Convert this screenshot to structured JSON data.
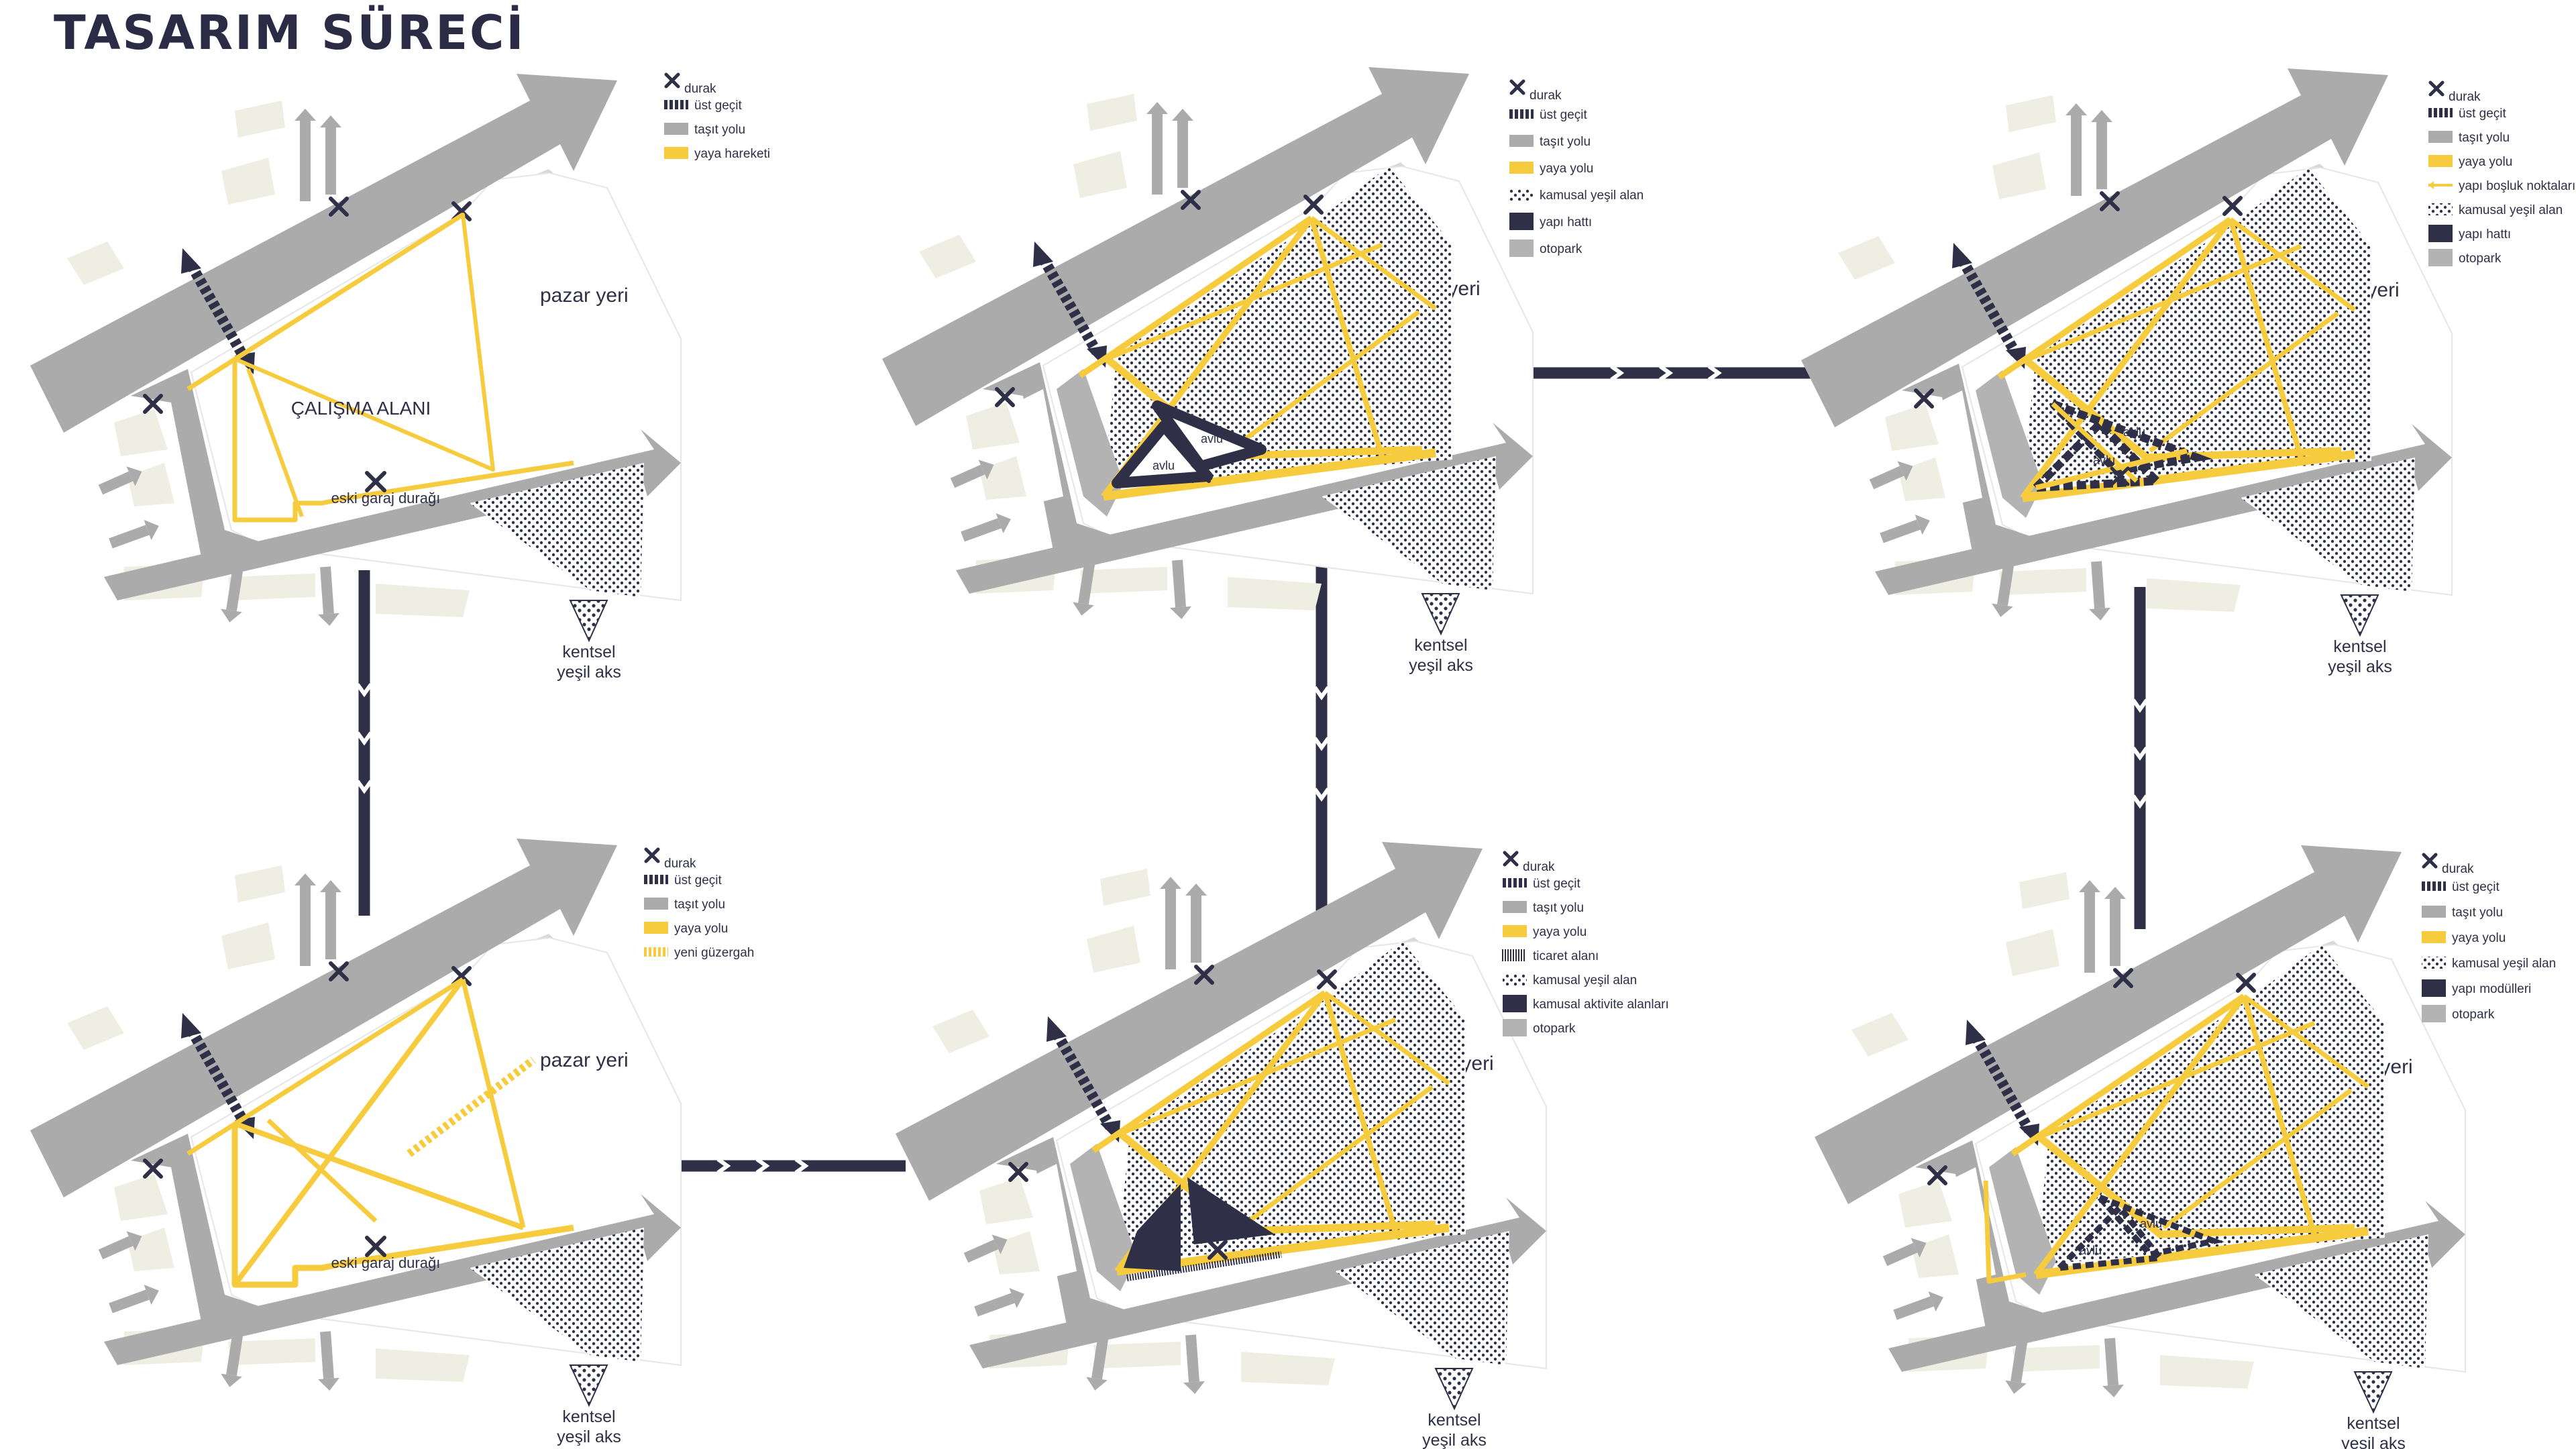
{
  "title": "TASARIM SÜRECİ",
  "colors": {
    "road": "#ababab",
    "pedestrian": "#f6cb3d",
    "navy": "#2f2f48",
    "market": "#dcdad5",
    "cream": "#eeeee2",
    "parking": "#b3b3b3",
    "white": "#ffffff"
  },
  "labels": {
    "market": "pazar yeri",
    "green_axis_1": "kentsel",
    "green_axis_2": "yeşil aks",
    "work_area": "ÇALIŞMA ALANI",
    "old_garage": "eski garaj durağı",
    "courtyard": "avlu"
  },
  "panels": [
    {
      "id": "p1",
      "legend": [
        {
          "icon": "stop-cross-icon",
          "label": "durak"
        },
        {
          "icon": "overpass-dash-icon",
          "label": "üst geçit"
        },
        {
          "icon": "road-swatch-icon",
          "label": "taşıt yolu"
        },
        {
          "icon": "pedestrian-swatch-icon",
          "label": "yaya hareketi"
        }
      ]
    },
    {
      "id": "p2",
      "legend": [
        {
          "icon": "stop-cross-icon",
          "label": "durak"
        },
        {
          "icon": "overpass-dash-icon",
          "label": "üst geçit"
        },
        {
          "icon": "road-swatch-icon",
          "label": "taşıt yolu"
        },
        {
          "icon": "pedestrian-swatch-icon",
          "label": "yaya yolu"
        },
        {
          "icon": "green-pattern-icon",
          "label": "kamusal yeşil alan"
        },
        {
          "icon": "building-line-icon",
          "label": "yapı hattı"
        },
        {
          "icon": "parking-swatch-icon",
          "label": "otopark"
        }
      ]
    },
    {
      "id": "p3",
      "legend": [
        {
          "icon": "stop-cross-icon",
          "label": "durak"
        },
        {
          "icon": "overpass-dash-icon",
          "label": "üst geçit"
        },
        {
          "icon": "road-swatch-icon",
          "label": "taşıt yolu"
        },
        {
          "icon": "pedestrian-swatch-icon",
          "label": "yaya yolu"
        },
        {
          "icon": "gap-point-icon",
          "label": "yapı boşluk noktaları"
        },
        {
          "icon": "green-pattern-icon",
          "label": "kamusal yeşil alan"
        },
        {
          "icon": "building-line-icon",
          "label": "yapı hattı"
        },
        {
          "icon": "parking-swatch-icon",
          "label": "otopark"
        }
      ]
    },
    {
      "id": "p4",
      "legend": [
        {
          "icon": "stop-cross-icon",
          "label": "durak"
        },
        {
          "icon": "overpass-dash-icon",
          "label": "üst geçit"
        },
        {
          "icon": "road-swatch-icon",
          "label": "taşıt yolu"
        },
        {
          "icon": "pedestrian-swatch-icon",
          "label": "yaya yolu"
        },
        {
          "icon": "new-route-icon",
          "label": "yeni güzergah"
        }
      ]
    },
    {
      "id": "p5",
      "legend": [
        {
          "icon": "stop-cross-icon",
          "label": "durak"
        },
        {
          "icon": "overpass-dash-icon",
          "label": "üst geçit"
        },
        {
          "icon": "road-swatch-icon",
          "label": "taşıt yolu"
        },
        {
          "icon": "pedestrian-swatch-icon",
          "label": "yaya yolu"
        },
        {
          "icon": "commerce-hatch-icon",
          "label": "ticaret alanı"
        },
        {
          "icon": "green-pattern-icon",
          "label": "kamusal yeşil alan"
        },
        {
          "icon": "activity-area-icon",
          "label": "kamusal aktivite alanları"
        },
        {
          "icon": "parking-swatch-icon",
          "label": "otopark"
        }
      ]
    },
    {
      "id": "p6",
      "legend": [
        {
          "icon": "stop-cross-icon",
          "label": "durak"
        },
        {
          "icon": "overpass-dash-icon",
          "label": "üst geçit"
        },
        {
          "icon": "road-swatch-icon",
          "label": "taşıt yolu"
        },
        {
          "icon": "pedestrian-swatch-icon",
          "label": "yaya yolu"
        },
        {
          "icon": "green-pattern-icon",
          "label": "kamusal yeşil alan"
        },
        {
          "icon": "building-module-icon",
          "label": "yapı modülleri"
        },
        {
          "icon": "parking-swatch-icon",
          "label": "otopark"
        }
      ]
    }
  ]
}
